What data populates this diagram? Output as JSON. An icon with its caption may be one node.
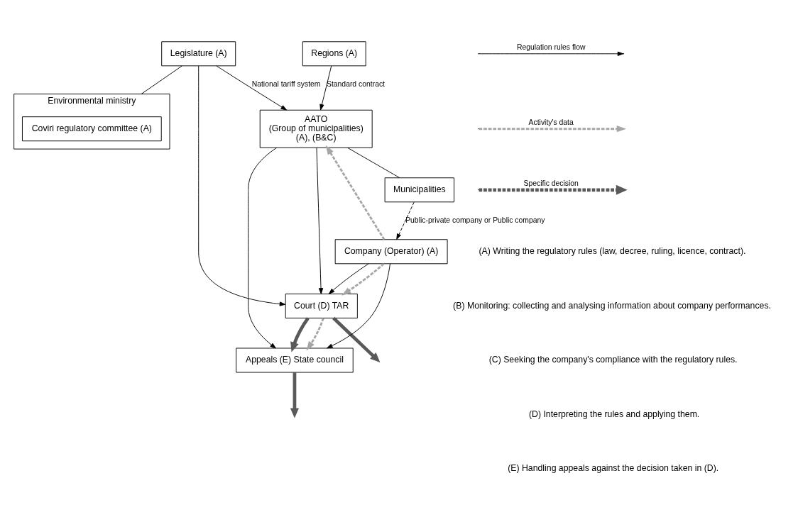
{
  "diagram": {
    "nodes": [
      {
        "text": [
          "Legislature (A)"
        ]
      },
      {
        "text": [
          "Regions (A)"
        ]
      },
      {
        "text": [
          "Environmental ministry"
        ]
      },
      {
        "text": [
          "Coviri regulatory committee (A)"
        ],
        "in": 2
      },
      {
        "text": [
          "Court (D) TAR"
        ]
      },
      {
        "text": [
          "Appeals (E) State council"
        ]
      },
      {
        "text": [
          "AATO",
          "(Group of municipalities)",
          "(A), (B&C)"
        ]
      },
      {
        "text": [
          "Company (Operator) (A)"
        ]
      },
      {
        "text": [
          "Municipalities"
        ]
      }
    ],
    "edges": [
      {
        "from": 0,
        "to": 4,
        "arrow": "to"
      },
      {
        "from": 0,
        "to": 2,
        "arrow": "none"
      },
      {
        "from": 0,
        "to": 6,
        "arrow": "to",
        "label": "National tariff system"
      },
      {
        "from": 1,
        "to": 6,
        "arrow": "to",
        "label": "Standard contract"
      },
      {
        "from": 6,
        "to": 4,
        "arrow": "to"
      },
      {
        "from": 6,
        "to": 5,
        "arrow": "to"
      },
      {
        "from": 7,
        "to": 4,
        "arrow": "to"
      },
      {
        "from": 7,
        "to": 5,
        "arrow": "to"
      },
      {
        "from": 4,
        "to": null,
        "arrow": "to",
        "style": "thick",
        "color": "#595959"
      },
      {
        "from": 4,
        "to": 5,
        "arrow": "to",
        "style": "thick",
        "color": "#595959"
      },
      {
        "from": 4,
        "to": 5,
        "arrow": "to",
        "style": "dashed",
        "color": "#a6a6a6"
      },
      {
        "from": 5,
        "to": null,
        "arrow": "to",
        "style": "thick",
        "color": "#595959"
      },
      {
        "from": 7,
        "to": 4,
        "arrow": "to",
        "style": "dashed",
        "color": "#a6a6a6"
      },
      {
        "from": 7,
        "to": 6,
        "arrow": "to",
        "style": "dashed",
        "color": "#a6a6a6"
      },
      {
        "from": 6,
        "to": 8,
        "arrow": "none"
      },
      {
        "from": 8,
        "to": 7,
        "arrow": "to",
        "style": "dashed",
        "label": "Public-private company or Public company"
      }
    ],
    "labels": [
      "(A) Writing the regulatory rules (law, decree, ruling, licence, contract).",
      "(B) Monitoring: collecting and analysing information about company performances.",
      "(C) Seeking the company's compliance with the regulatory rules.",
      "(D) Interpreting the rules and applying them.",
      "(E) Handling appeals against the decision taken in (D)."
    ],
    "legend": [
      {
        "text": "Regulation rules flow"
      },
      {
        "text": "Activity's data"
      },
      {
        "text": "Specific decision"
      }
    ]
  }
}
